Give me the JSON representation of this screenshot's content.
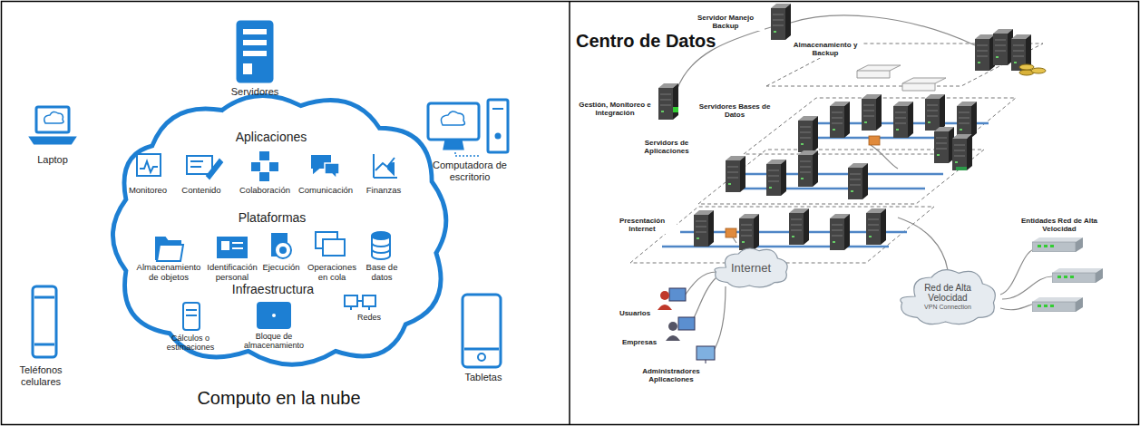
{
  "diagram": {
    "nodes": [
      {
        "text": [
          "Computo en la nube"
        ]
      },
      {
        "text": [
          "Internet"
        ]
      },
      {
        "text": [
          "Red de Alta Velocidad",
          "VPN Connection"
        ]
      }
    ],
    "labels": [
      "Servidores",
      "Laptop",
      "Computadora de escritorio",
      "Teléfonos celulares",
      "Tabletas",
      "Aplicaciones",
      "Monitoreo",
      "Contenido",
      "Colaboración",
      "Comunicación",
      "Finanzas",
      "Plataformas",
      "Almacenamiento de objetos",
      "Identificación personal",
      "Ejecución",
      "Operaciones en cola",
      "Base de datos",
      "Infraestructura",
      "Cálculos o estimaciones",
      "Bloque de almacenamiento",
      "Redes",
      "Centro de Datos",
      "Servidor Manejo Backup",
      "Almacenamiento y Backup",
      "Gestión, Monitoreo e Integración",
      "Servidores Bases de Datos",
      "Servidors de Aplicaciones",
      "Presentación Internet",
      "Usuarios",
      "Empresas",
      "Administradores Aplicaciones",
      "Entidades Red de Alta Velocidad"
    ]
  }
}
